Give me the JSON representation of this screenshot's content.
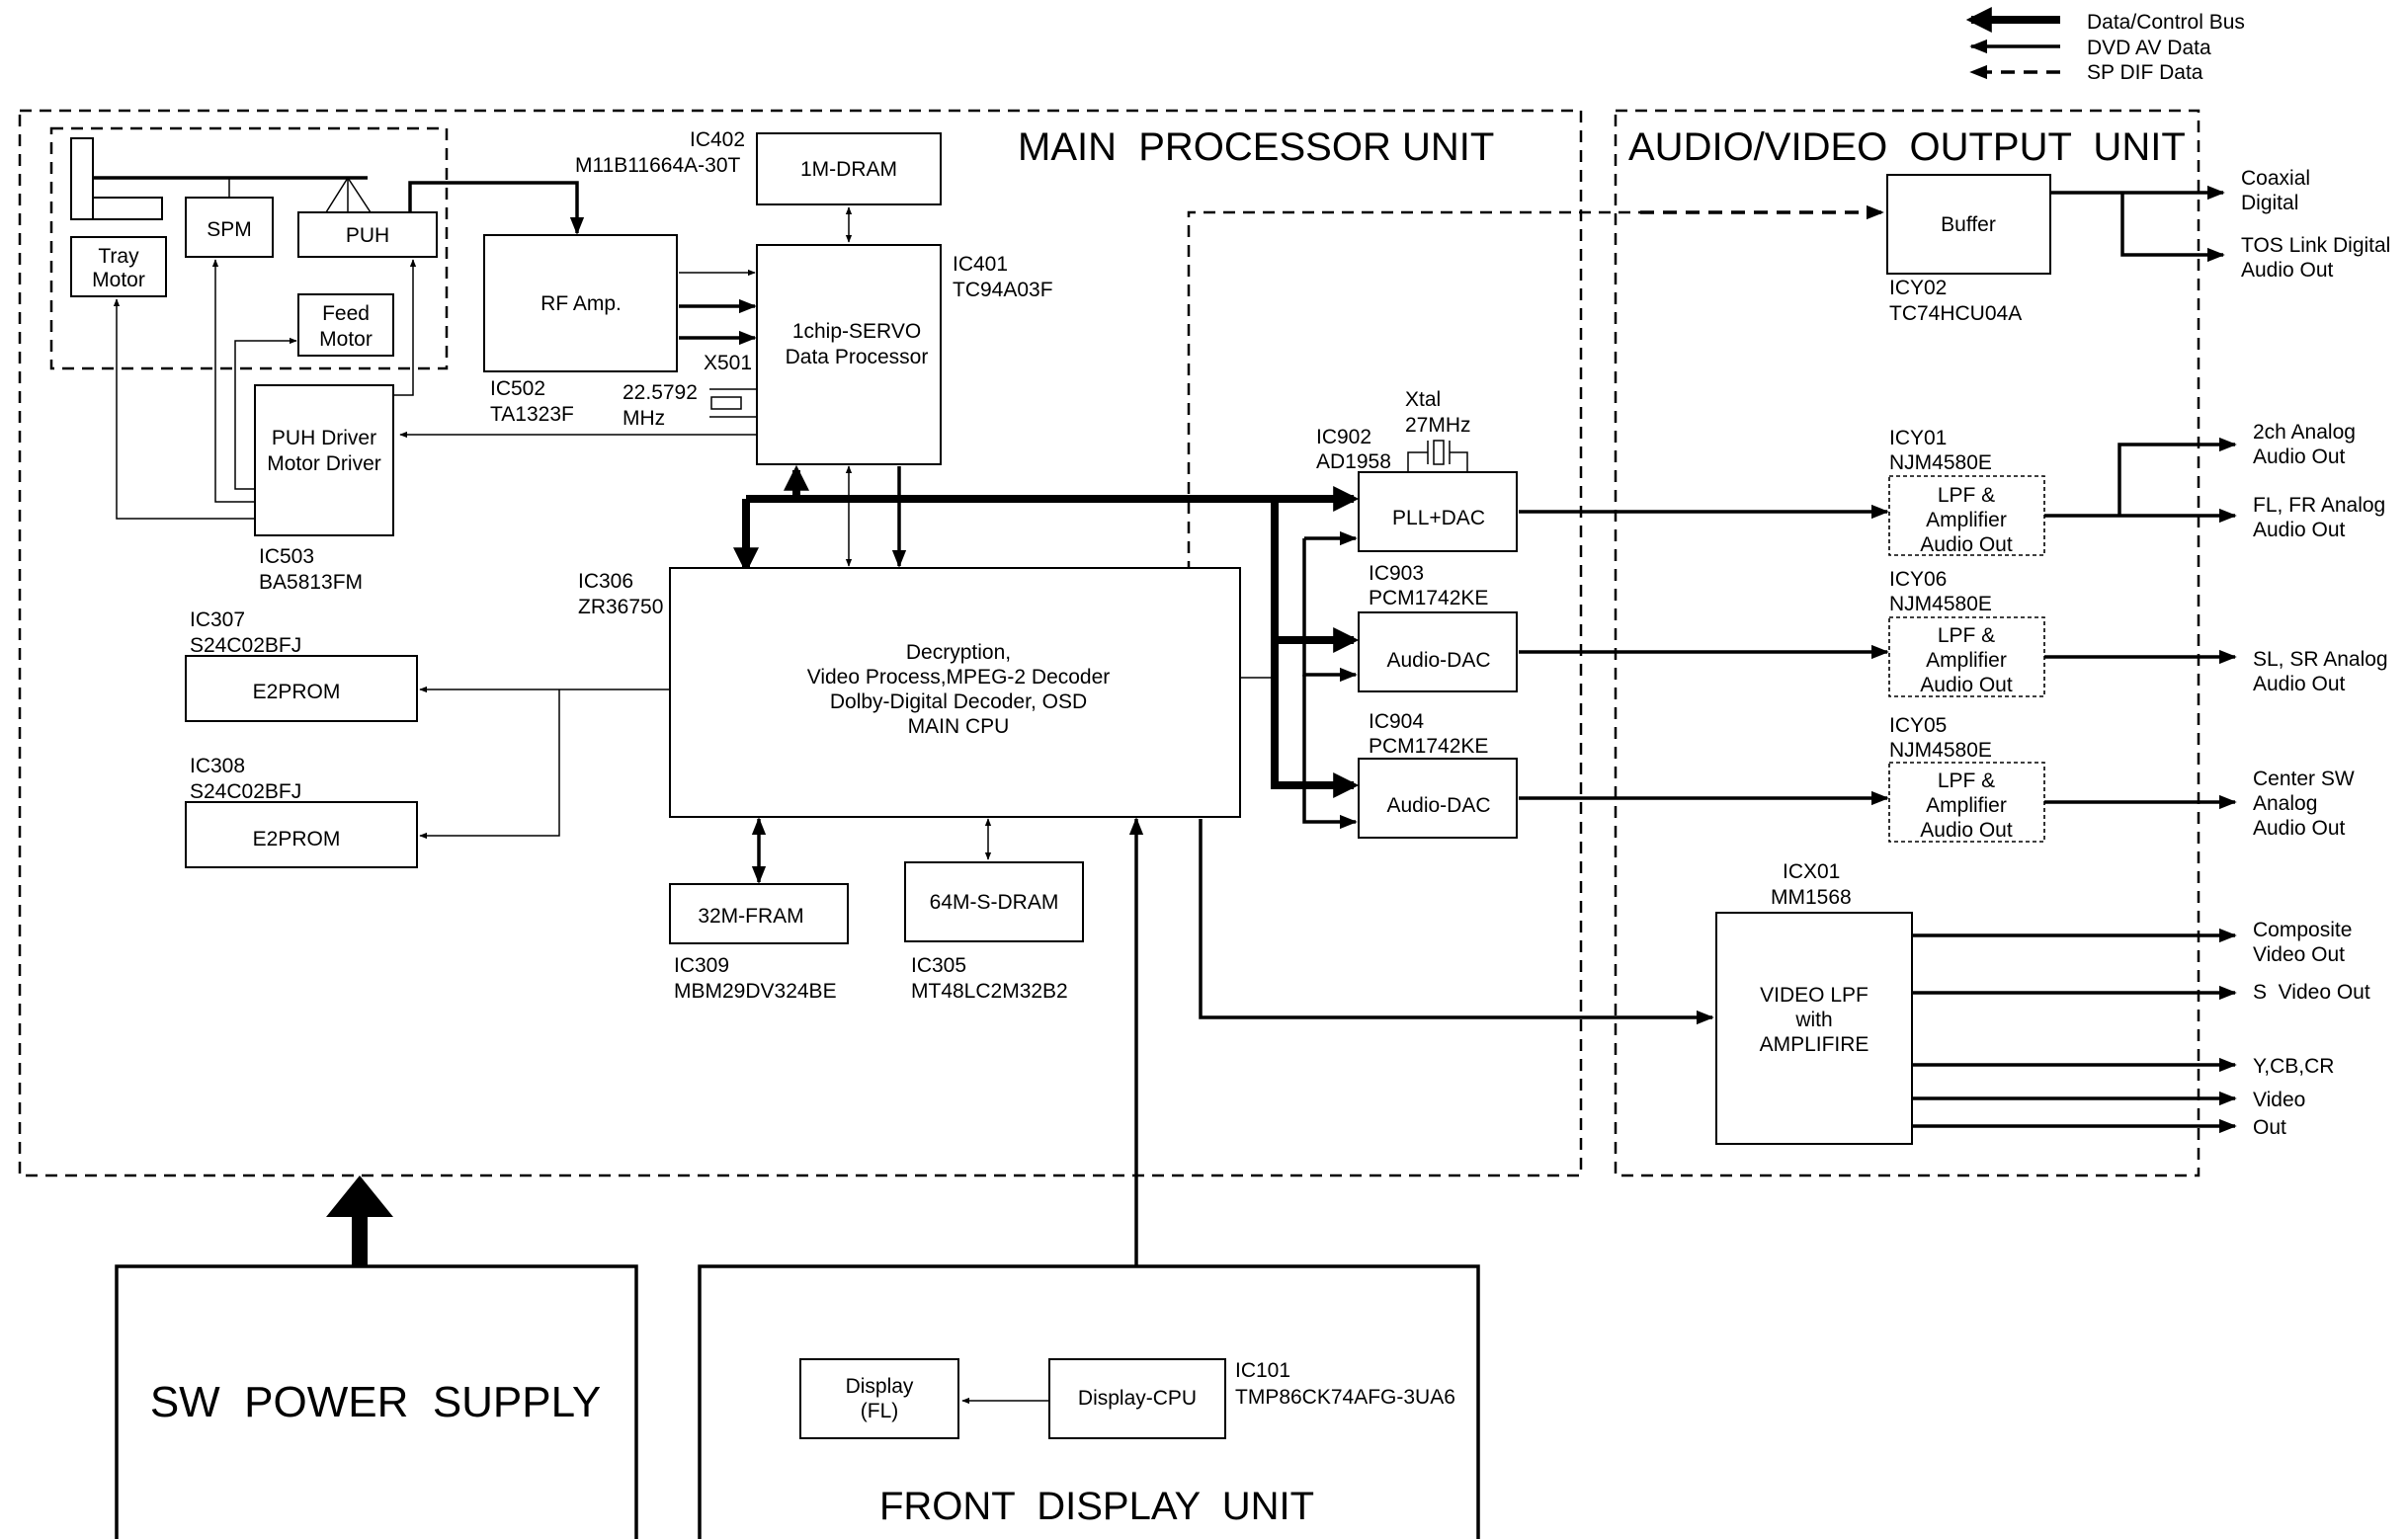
{
  "legend": {
    "bus": "Data/Control Bus",
    "av": "DVD AV Data",
    "spdif": "SP DIF Data"
  },
  "units": {
    "main": "MAIN  PROCESSOR UNIT",
    "av": "AUDIO/VIDEO  OUTPUT  UNIT",
    "front": "FRONT  DISPLAY  UNIT",
    "power": "SW  POWER  SUPPLY"
  },
  "mech": {
    "tray": [
      "Tray",
      "Motor"
    ],
    "spm": "SPM",
    "puh": "PUH",
    "feed": [
      "Feed",
      "Motor"
    ]
  },
  "blocks": {
    "ic402": {
      "ref": "IC402",
      "part": "M11B11664A-30T",
      "name": "1M-DRAM"
    },
    "rf": {
      "ref": "IC502",
      "part": "TA1323F",
      "name": "RF Amp."
    },
    "x501": {
      "ref": "X501",
      "freq": [
        "22.5792",
        "MHz"
      ]
    },
    "ic401": {
      "ref": "IC401",
      "part": "TC94A03F",
      "name": [
        "1chip-SERVO",
        "Data Processor"
      ]
    },
    "ic503": {
      "ref": "IC503",
      "part": "BA5813FM",
      "name": [
        "PUH Driver",
        "Motor Driver"
      ]
    },
    "ic306": {
      "ref": "IC306",
      "part": "ZR36750",
      "name": [
        "Decryption,",
        "Video Process,MPEG-2 Decoder",
        "Dolby-Digital Decoder, OSD",
        "MAIN CPU"
      ]
    },
    "ic307": {
      "ref": "IC307",
      "part": "S24C02BFJ",
      "name": "E2PROM"
    },
    "ic308": {
      "ref": "IC308",
      "part": "S24C02BFJ",
      "name": "E2PROM"
    },
    "ic309": {
      "ref": "IC309",
      "part": "MBM29DV324BE",
      "name": "32M-FRAM"
    },
    "ic305": {
      "ref": "IC305",
      "part": "MT48LC2M32B2",
      "name": "64M-S-DRAM"
    },
    "xtal": [
      "Xtal",
      "27MHz"
    ],
    "ic902": {
      "ref": "IC902",
      "part": "AD1958",
      "name": "PLL+DAC"
    },
    "ic903": {
      "ref": "IC903",
      "part": "PCM1742KE",
      "name": "Audio-DAC"
    },
    "ic904": {
      "ref": "IC904",
      "part": "PCM1742KE",
      "name": "Audio-DAC"
    },
    "icy02": {
      "ref": "ICY02",
      "part": "TC74HCU04A",
      "name": "Buffer"
    },
    "icy01": {
      "ref": "ICY01",
      "part": "NJM4580E",
      "name": [
        "LPF &",
        "Amplifier",
        "Audio Out"
      ]
    },
    "icy06": {
      "ref": "ICY06",
      "part": "NJM4580E",
      "name": [
        "LPF &",
        "Amplifier",
        "Audio Out"
      ]
    },
    "icy05": {
      "ref": "ICY05",
      "part": "NJM4580E",
      "name": [
        "LPF &",
        "Amplifier",
        "Audio Out"
      ]
    },
    "icx01": {
      "ref": "ICX01",
      "part": "MM1568",
      "name": [
        "VIDEO LPF",
        "with",
        "AMPLIFIRE"
      ]
    },
    "ic101": {
      "ref": "IC101",
      "part": "TMP86CK74AFG-3UA6",
      "name": "Display-CPU"
    },
    "display": [
      "Display",
      "(FL)"
    ]
  },
  "outputs": {
    "coax": [
      "Coaxial",
      "Digital"
    ],
    "tos": [
      "TOS Link Digital",
      "Audio Out"
    ],
    "ch2": [
      "2ch Analog",
      "Audio Out"
    ],
    "flfr": [
      "FL, FR Analog",
      "Audio Out"
    ],
    "slsr": [
      "SL, SR Analog",
      "Audio Out"
    ],
    "center": [
      "Center SW",
      "Analog",
      "Audio Out"
    ],
    "composite": [
      "Composite",
      "Video Out"
    ],
    "svideo": "S  Video Out",
    "ycbcr": "Y,CB,CR",
    "video": [
      "Video",
      "Out"
    ]
  }
}
